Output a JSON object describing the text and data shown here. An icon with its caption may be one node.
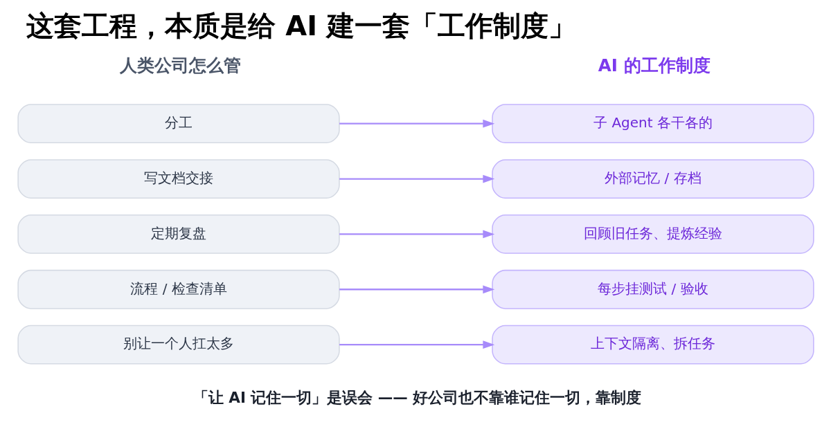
{
  "diagram": {
    "title": "这套工程，本质是给 AI 建一套「工作制度」",
    "caption": "「让 AI 记住一切」是误会 —— 好公司也不靠谁记住一切，靠制度",
    "nodes": [
      {
        "text": [
          "分工"
        ]
      },
      {
        "text": [
          "子 Agent 各干各的"
        ]
      },
      {
        "text": [
          "写文档交接"
        ]
      },
      {
        "text": [
          "外部记忆 / 存档"
        ]
      },
      {
        "text": [
          "定期复盘"
        ]
      },
      {
        "text": [
          "回顾旧任务、提炼经验"
        ]
      },
      {
        "text": [
          "流程 / 检查清单"
        ]
      },
      {
        "text": [
          "每步挂测试 / 验收"
        ]
      },
      {
        "text": [
          "别让一个人扛太多"
        ]
      },
      {
        "text": [
          "上下文隔离、拆任务"
        ]
      }
    ],
    "edges": [
      {
        "from": 0,
        "to": 1,
        "arrow": "to"
      },
      {
        "from": 2,
        "to": 3,
        "arrow": "to"
      },
      {
        "from": 4,
        "to": 5,
        "arrow": "to"
      },
      {
        "from": 6,
        "to": 7,
        "arrow": "to"
      },
      {
        "from": 8,
        "to": 9,
        "arrow": "to"
      }
    ],
    "labels": [
      "人类公司怎么管",
      "AI 的工作制度"
    ]
  }
}
